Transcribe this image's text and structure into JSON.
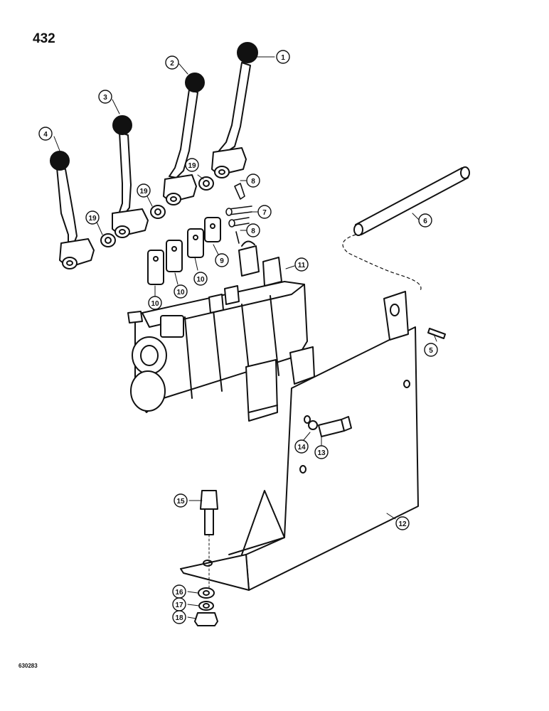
{
  "page": {
    "number": "432",
    "drawing_code": "630283"
  },
  "callouts": [
    {
      "id": "callout-1",
      "label": "1"
    },
    {
      "id": "callout-2",
      "label": "2"
    },
    {
      "id": "callout-3",
      "label": "3"
    },
    {
      "id": "callout-4",
      "label": "4"
    },
    {
      "id": "callout-5",
      "label": "5"
    },
    {
      "id": "callout-6",
      "label": "6"
    },
    {
      "id": "callout-7",
      "label": "7"
    },
    {
      "id": "callout-8a",
      "label": "8"
    },
    {
      "id": "callout-8b",
      "label": "8"
    },
    {
      "id": "callout-9",
      "label": "9"
    },
    {
      "id": "callout-10a",
      "label": "10"
    },
    {
      "id": "callout-10b",
      "label": "10"
    },
    {
      "id": "callout-10c",
      "label": "10"
    },
    {
      "id": "callout-11",
      "label": "11"
    },
    {
      "id": "callout-12",
      "label": "12"
    },
    {
      "id": "callout-13",
      "label": "13"
    },
    {
      "id": "callout-14",
      "label": "14"
    },
    {
      "id": "callout-15",
      "label": "15"
    },
    {
      "id": "callout-16",
      "label": "16"
    },
    {
      "id": "callout-17",
      "label": "17"
    },
    {
      "id": "callout-18",
      "label": "18"
    },
    {
      "id": "callout-19a",
      "label": "19"
    },
    {
      "id": "callout-19b",
      "label": "19"
    },
    {
      "id": "callout-19c",
      "label": "19"
    }
  ]
}
